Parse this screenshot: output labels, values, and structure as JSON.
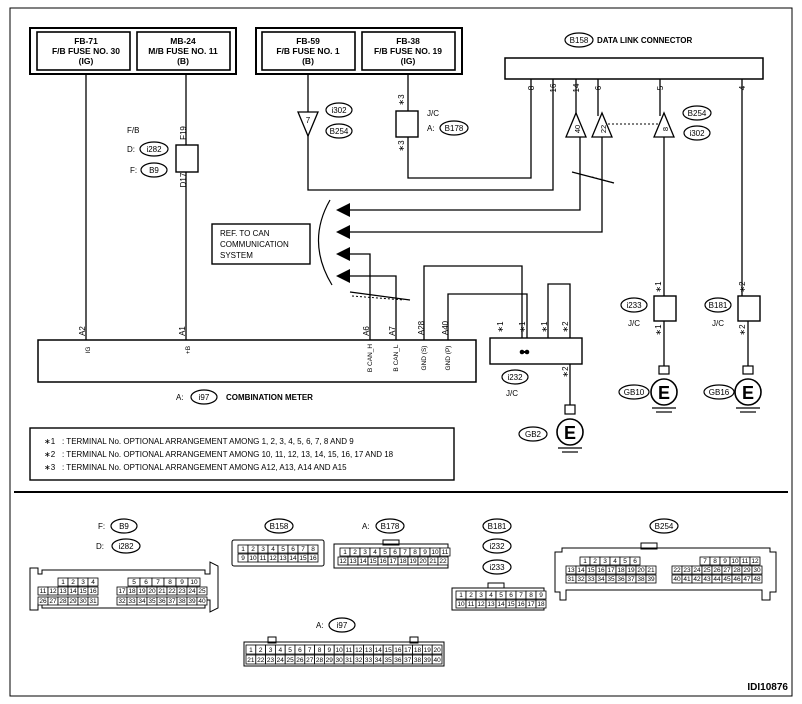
{
  "fuses": [
    {
      "id": "FB-71",
      "name": "F/B FUSE NO. 30",
      "supply": "(IG)"
    },
    {
      "id": "MB-24",
      "name": "M/B FUSE NO. 11",
      "supply": "(B)"
    },
    {
      "id": "FB-59",
      "name": "F/B FUSE NO. 1",
      "supply": "(B)"
    },
    {
      "id": "FB-38",
      "name": "F/B FUSE NO. 19",
      "supply": "(IG)"
    }
  ],
  "data_link_connector": {
    "code": "B158",
    "label": "DATA LINK CONNECTOR",
    "pins": [
      "8",
      "16",
      "14",
      "6",
      "5",
      "4"
    ],
    "inner_pins": [
      "40",
      "22",
      "8"
    ]
  },
  "connector_codes": {
    "i302": "i302",
    "B254": "B254",
    "B178": "B178",
    "i282": "i282",
    "B9": "B9",
    "i233": "i233",
    "B181": "B181",
    "i232": "i232",
    "i97": "i97",
    "GB10": "GB10",
    "GB16": "GB16",
    "GB2": "GB2",
    "B158": "B158"
  },
  "labels": {
    "jc": "J/C",
    "a_prefix": "A:",
    "d_prefix": "D:",
    "f_prefix": "F:",
    "fb": "F/B",
    "f19": "F19",
    "d17": "D17",
    "star3": "∗3",
    "star1": "∗1",
    "star2": "∗2",
    "pin7": "7"
  },
  "can_ref": [
    "REF. TO CAN",
    "COMMUNICATION",
    "SYSTEM"
  ],
  "meter": {
    "code": "i97",
    "label": "COMBINATION METER",
    "pins": [
      {
        "pin": "A2",
        "name": "IG"
      },
      {
        "pin": "A1",
        "name": "+B"
      },
      {
        "pin": "A6",
        "name": "B CAN_H"
      },
      {
        "pin": "A7",
        "name": "B CAN_L"
      },
      {
        "pin": "A28",
        "name": "GND (S)"
      },
      {
        "pin": "A40",
        "name": "GND (P)"
      }
    ]
  },
  "jc_i232": {
    "pins": [
      "∗1",
      "∗1",
      "∗1",
      "∗2"
    ]
  },
  "ground": "E",
  "notes": [
    {
      "mark": "∗1",
      "text": ": TERMINAL No. OPTIONAL ARRANGEMENT AMONG 1, 2, 3, 4, 5, 6, 7, 8 AND 9"
    },
    {
      "mark": "∗2",
      "text": ": TERMINAL No. OPTIONAL ARRANGEMENT AMONG 10, 11, 12, 13, 14, 15, 16, 17 AND 18"
    },
    {
      "mark": "∗3",
      "text": ": TERMINAL No. OPTIONAL ARRANGEMENT AMONG A12, A13, A14 AND A15"
    }
  ],
  "connector_faces": {
    "fd": {
      "f_code": "B9",
      "d_code": "i282",
      "left_rows": [
        [
          "1",
          "2",
          "3",
          "4"
        ],
        [
          "11",
          "12",
          "13",
          "14",
          "15",
          "16"
        ],
        [
          "26",
          "27",
          "28",
          "29",
          "30",
          "31"
        ]
      ],
      "right_rows": [
        [
          "5",
          "6",
          "7",
          "8",
          "9",
          "10"
        ],
        [
          "17",
          "18",
          "19",
          "20",
          "21",
          "22",
          "23",
          "24",
          "25"
        ],
        [
          "32",
          "33",
          "34",
          "35",
          "36",
          "37",
          "38",
          "39",
          "40"
        ]
      ]
    },
    "b158": {
      "rows": [
        [
          "1",
          "2",
          "3",
          "4",
          "5",
          "6",
          "7",
          "8"
        ],
        [
          "9",
          "10",
          "11",
          "12",
          "13",
          "14",
          "15",
          "16"
        ]
      ]
    },
    "b178": {
      "rows": [
        [
          "1",
          "2",
          "3",
          "4",
          "5",
          "6",
          "7",
          "8",
          "9",
          "10",
          "11"
        ],
        [
          "12",
          "13",
          "14",
          "15",
          "16",
          "17",
          "18",
          "19",
          "20",
          "21",
          "22"
        ]
      ]
    },
    "b181": {
      "rows": [
        [
          "1",
          "2",
          "3",
          "4",
          "5",
          "6",
          "7",
          "8",
          "9"
        ],
        [
          "10",
          "11",
          "12",
          "13",
          "14",
          "15",
          "16",
          "17",
          "18"
        ]
      ]
    },
    "b254": {
      "left_rows": [
        [
          "1",
          "2",
          "3",
          "4",
          "5",
          "6"
        ],
        [
          "13",
          "14",
          "15",
          "16",
          "17",
          "18",
          "19",
          "20",
          "21"
        ],
        [
          "31",
          "32",
          "33",
          "34",
          "35",
          "36",
          "37",
          "38",
          "39"
        ]
      ],
      "right_rows": [
        [
          "7",
          "8",
          "9",
          "10",
          "11",
          "12"
        ],
        [
          "22",
          "23",
          "24",
          "25",
          "26",
          "27",
          "28",
          "29",
          "30"
        ],
        [
          "40",
          "41",
          "42",
          "43",
          "44",
          "45",
          "46",
          "47",
          "48"
        ]
      ]
    },
    "i97": {
      "rows": [
        [
          "1",
          "2",
          "3",
          "4",
          "5",
          "6",
          "7",
          "8",
          "9",
          "10",
          "11",
          "12",
          "13",
          "14",
          "15",
          "16",
          "17",
          "18",
          "19",
          "20"
        ],
        [
          "21",
          "22",
          "23",
          "24",
          "25",
          "26",
          "27",
          "28",
          "29",
          "30",
          "31",
          "32",
          "33",
          "34",
          "35",
          "36",
          "37",
          "38",
          "39",
          "40"
        ]
      ]
    }
  },
  "diagram_id": "IDI10876"
}
